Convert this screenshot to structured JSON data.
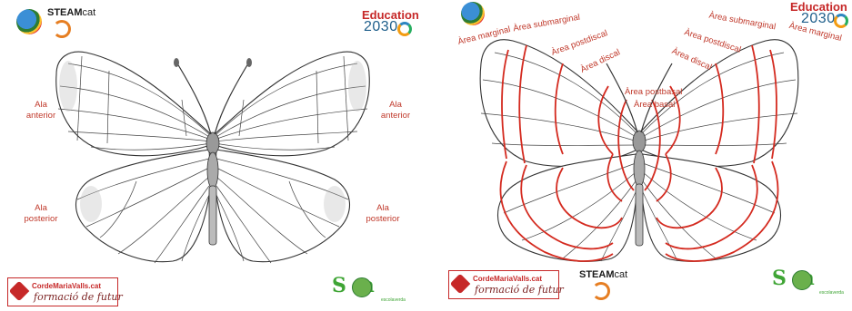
{
  "brand": {
    "steamcat_bold": "STEAM",
    "steamcat_rest": "cat",
    "education_word": "Education",
    "education_year": "2030",
    "cordem_name": "CordeMariaValls.cat",
    "cordem_tagline": "formació de futur",
    "som_word": "S m",
    "som_sub": "escolaverda",
    "colors": {
      "label_red": "#c0392b",
      "vein_red": "#d42a1f",
      "edu_blue": "#1f5f8b",
      "som_green": "#3fa535"
    }
  },
  "left_panel": {
    "labels": {
      "ala_anterior_left_1": "Ala",
      "ala_anterior_left_2": "anterior",
      "ala_anterior_right_1": "Ala",
      "ala_anterior_right_2": "anterior",
      "ala_posterior_left_1": "Ala",
      "ala_posterior_left_2": "posterior",
      "ala_posterior_right_1": "Ala",
      "ala_posterior_right_2": "posterior"
    }
  },
  "right_panel": {
    "labels": {
      "area_marginal_left": "Àrea marginal",
      "area_submarginal_left": "Àrea submarginal",
      "area_postdiscal_left": "Àrea postdiscal",
      "area_discal_left": "Àrea discal",
      "area_postbasal": "Àrea postbasal",
      "area_basal": "Àrea basal",
      "area_discal_right": "Àrea discal",
      "area_postdiscal_right": "Àrea postdiscal",
      "area_submarginal_right": "Àrea submarginal",
      "area_marginal_right": "Àrea marginal"
    }
  }
}
